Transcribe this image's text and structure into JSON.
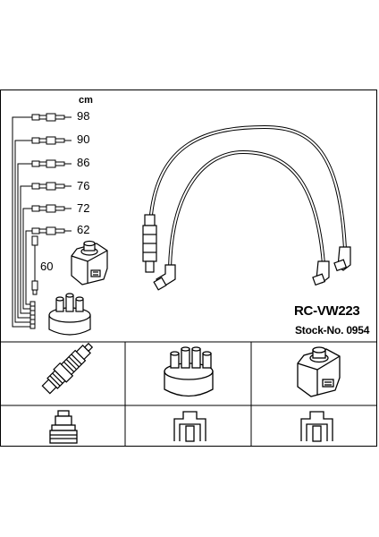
{
  "header": {
    "unit": "cm",
    "lead_lengths": [
      "98",
      "90",
      "86",
      "76",
      "72",
      "62",
      "60"
    ]
  },
  "product": {
    "model": "RC-VW223",
    "stock_label": "Stock-No. 0954"
  },
  "components": {
    "top_row": [
      "spark-plug-icon",
      "distributor-cap-icon",
      "ignition-coil-icon"
    ],
    "bottom_row": [
      "plug-boot-icon",
      "coil-connector-icon",
      "coil-connector-icon"
    ]
  },
  "colors": {
    "line": "#000000",
    "background": "#ffffff"
  }
}
